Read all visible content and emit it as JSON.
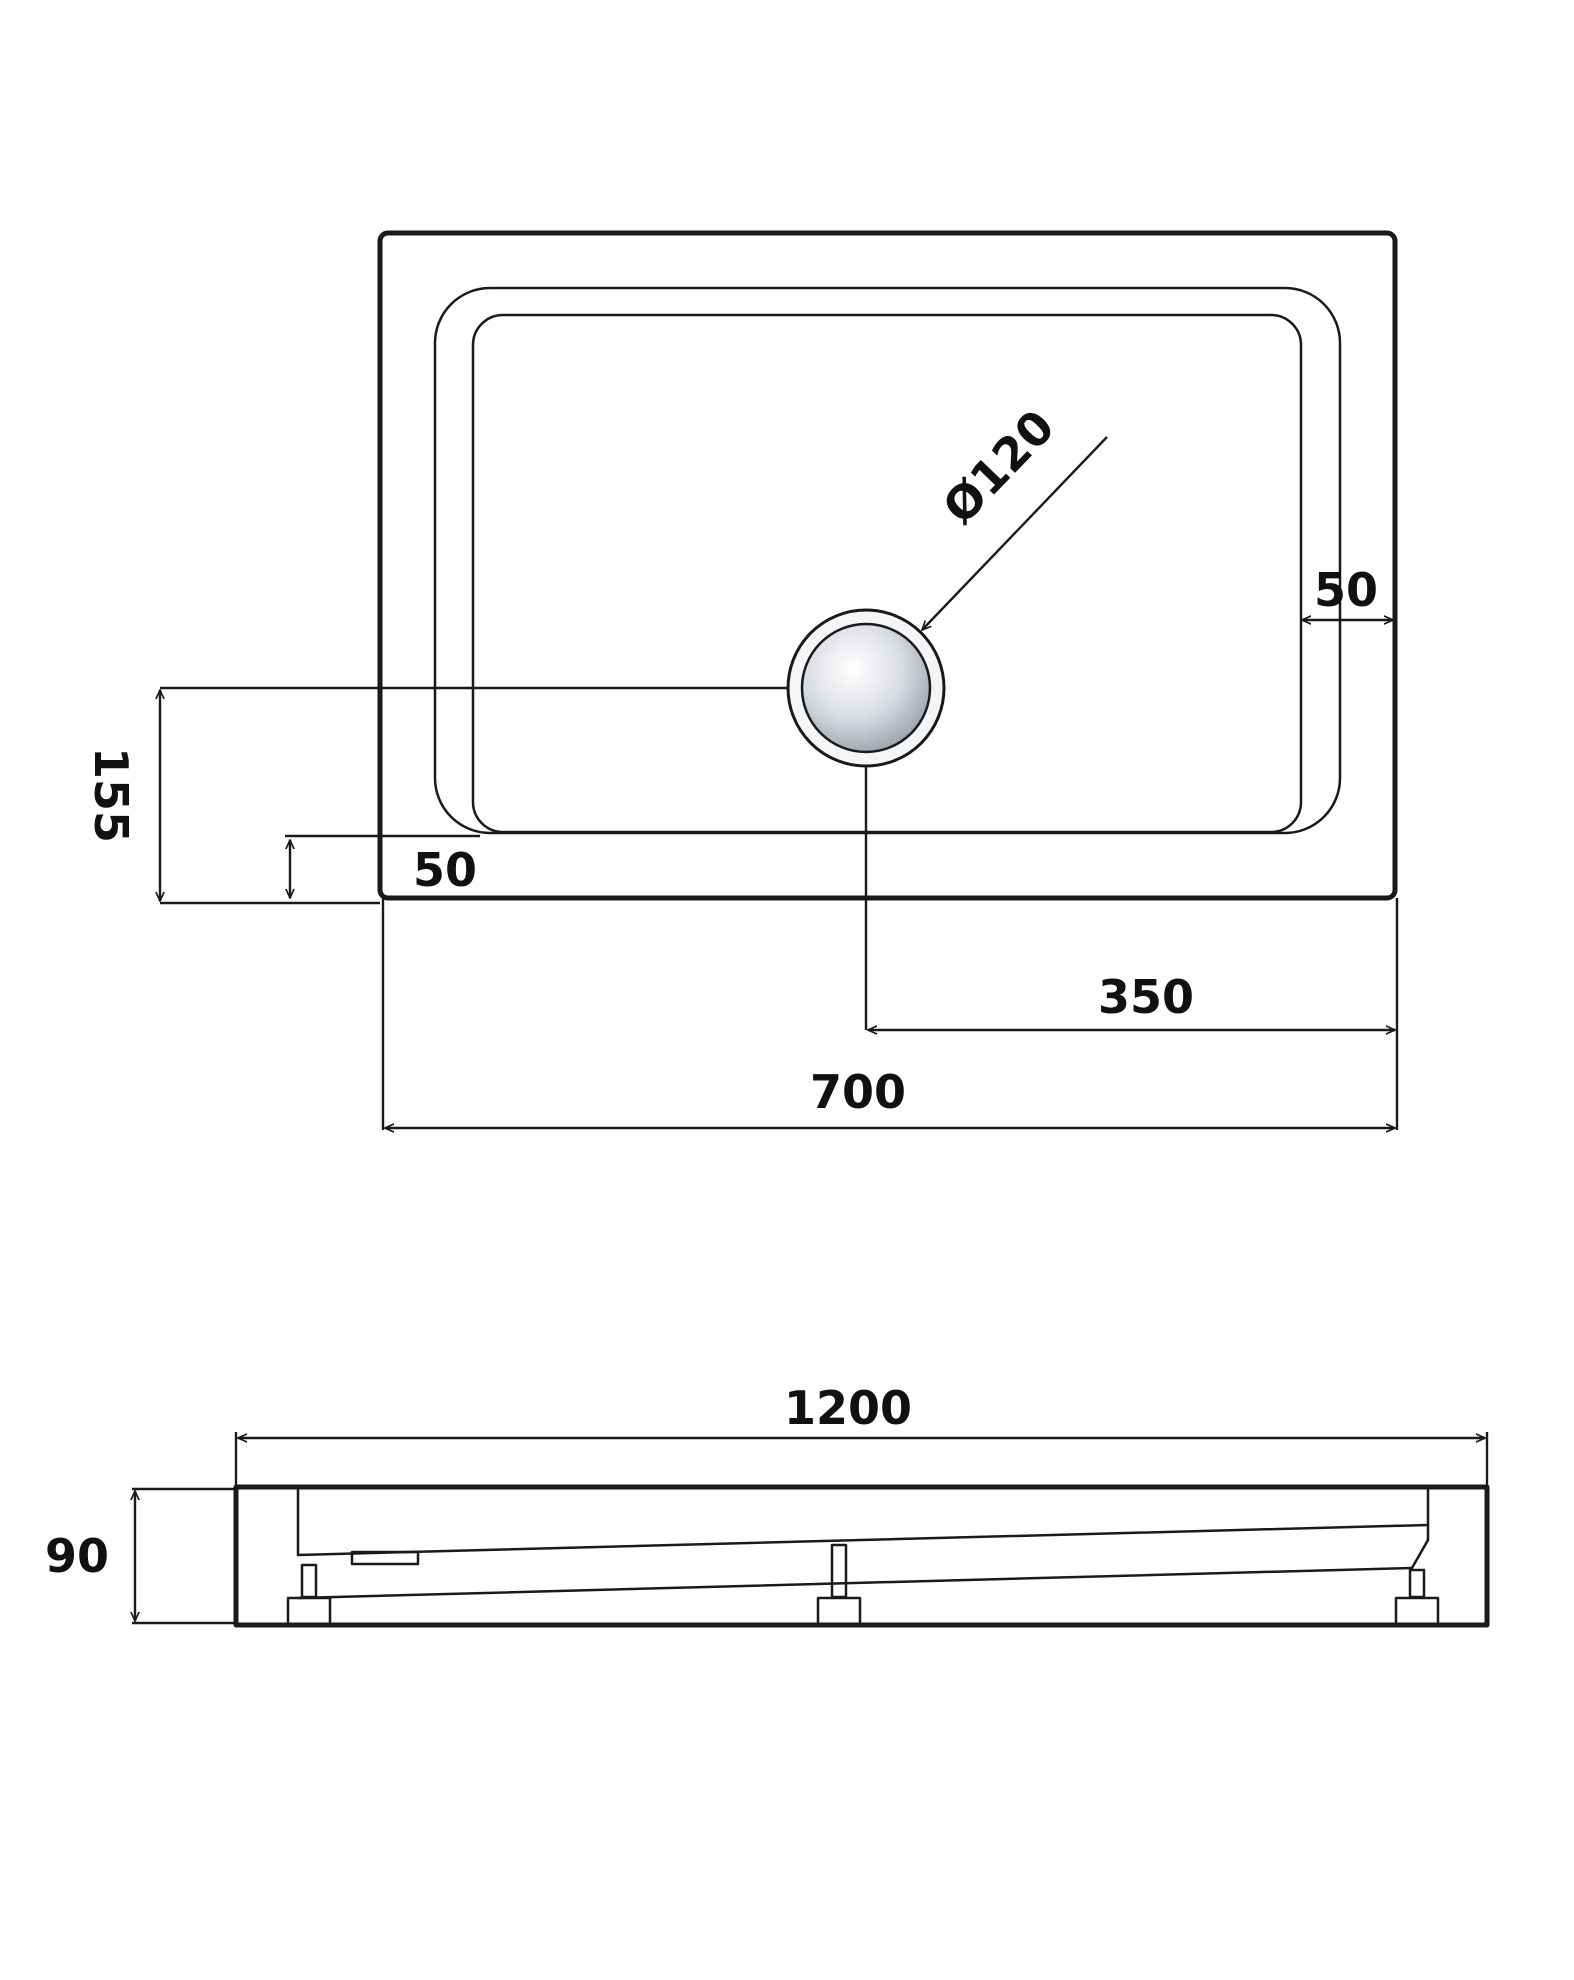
{
  "top_view": {
    "drain_diameter_label": "Ø120",
    "rim_width_label": "50",
    "drain_offset_y_label": "155",
    "rim_bottom_label": "50",
    "drain_offset_x_label": "350",
    "width_label": "700"
  },
  "side_view": {
    "length_label": "1200",
    "height_label": "90"
  },
  "colors": {
    "line": "#1a1a1a",
    "drain_fill": "#d9dde2"
  }
}
